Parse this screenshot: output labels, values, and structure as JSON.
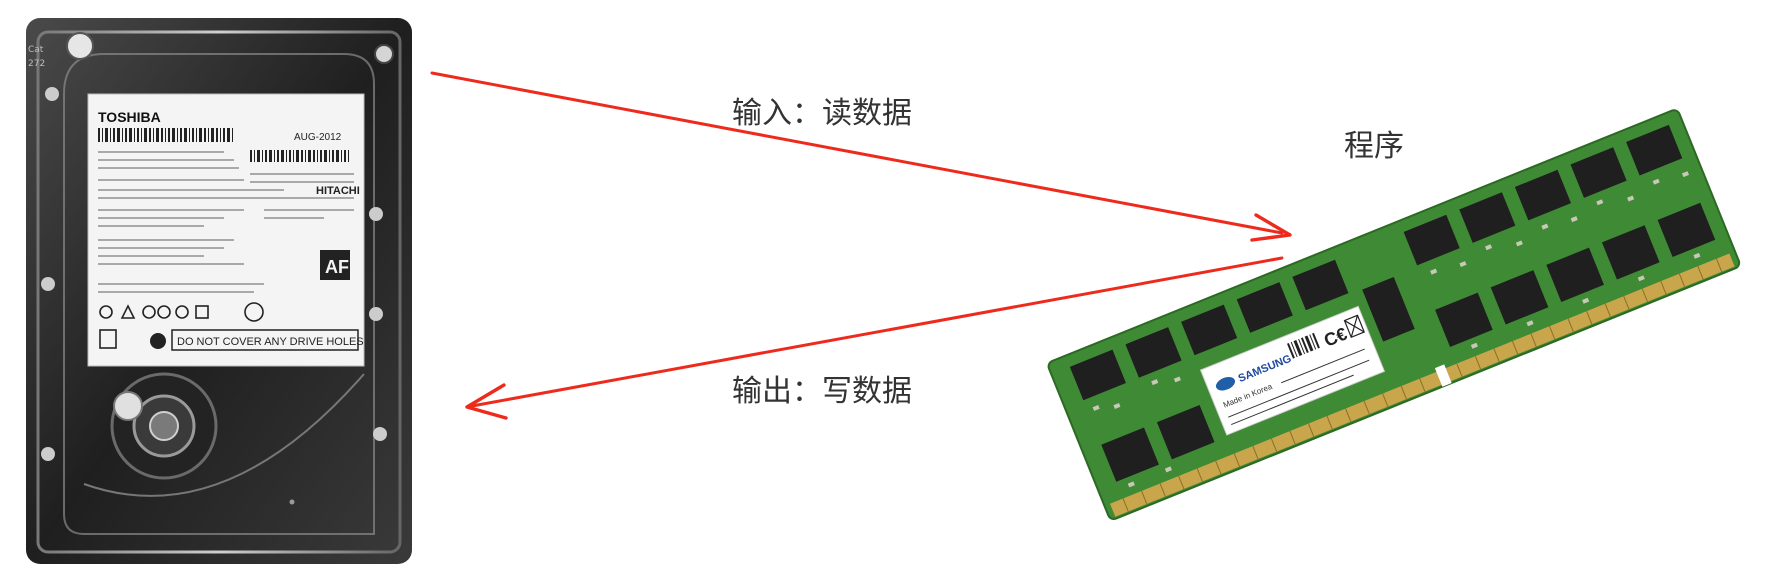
{
  "labels": {
    "input": "输入：读数据",
    "output": "输出：写数据",
    "program": "程序"
  },
  "hard_drive": {
    "brand": "TOSHIBA",
    "manufacture_date": "AUG-2012",
    "co_brand": "HITACHI",
    "badge": "AF",
    "warning": "DO NOT COVER ANY DRIVE HOLES"
  },
  "memory_module": {
    "brand": "SAMSUNG",
    "origin": "Made in Korea"
  },
  "colors": {
    "arrow": "#ee2a1c",
    "label_text": "#333333",
    "pcb": "#3f8a35",
    "chip": "#1f1f1f",
    "hdd_body": "#2b2b2b"
  }
}
